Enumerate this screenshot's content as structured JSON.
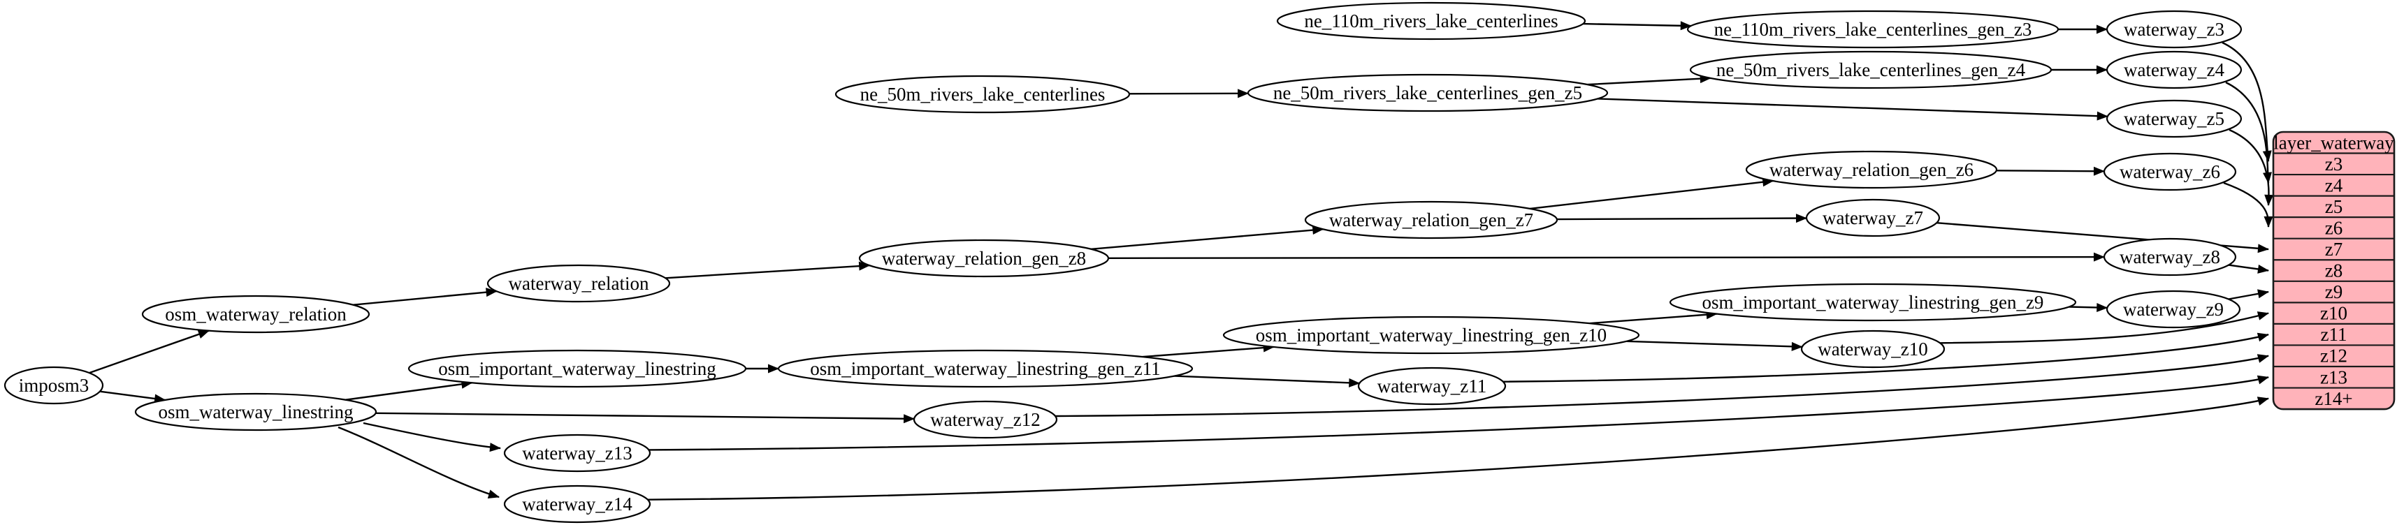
{
  "diagram": {
    "kind": "etl-flow-graph",
    "colors": {
      "node_fill": "#ffffff",
      "node_stroke": "#000000",
      "edge_stroke": "#000000",
      "table_fill": "#ffb3ba",
      "table_stroke": "#1a1a1a",
      "background": "#ffffff"
    },
    "nodes": [
      {
        "id": "imposm3",
        "label": "imposm3"
      },
      {
        "id": "osm_waterway_relation",
        "label": "osm_waterway_relation"
      },
      {
        "id": "osm_waterway_linestring",
        "label": "osm_waterway_linestring"
      },
      {
        "id": "waterway_relation",
        "label": "waterway_relation"
      },
      {
        "id": "osm_important_waterway_linestring",
        "label": "osm_important_waterway_linestring"
      },
      {
        "id": "waterway_relation_gen_z8",
        "label": "waterway_relation_gen_z8"
      },
      {
        "id": "osm_important_waterway_linestring_gen_z11",
        "label": "osm_important_waterway_linestring_gen_z11"
      },
      {
        "id": "ne_50m_rivers_lake_centerlines",
        "label": "ne_50m_rivers_lake_centerlines"
      },
      {
        "id": "ne_110m_rivers_lake_centerlines",
        "label": "ne_110m_rivers_lake_centerlines"
      },
      {
        "id": "ne_50m_rivers_lake_centerlines_gen_z5",
        "label": "ne_50m_rivers_lake_centerlines_gen_z5"
      },
      {
        "id": "waterway_relation_gen_z7",
        "label": "waterway_relation_gen_z7"
      },
      {
        "id": "osm_important_waterway_linestring_gen_z10",
        "label": "osm_important_waterway_linestring_gen_z10"
      },
      {
        "id": "ne_110m_rivers_lake_centerlines_gen_z3",
        "label": "ne_110m_rivers_lake_centerlines_gen_z3"
      },
      {
        "id": "ne_50m_rivers_lake_centerlines_gen_z4",
        "label": "ne_50m_rivers_lake_centerlines_gen_z4"
      },
      {
        "id": "waterway_relation_gen_z6",
        "label": "waterway_relation_gen_z6"
      },
      {
        "id": "osm_important_waterway_linestring_gen_z9",
        "label": "osm_important_waterway_linestring_gen_z9"
      },
      {
        "id": "waterway_z3",
        "label": "waterway_z3"
      },
      {
        "id": "waterway_z4",
        "label": "waterway_z4"
      },
      {
        "id": "waterway_z5",
        "label": "waterway_z5"
      },
      {
        "id": "waterway_z6",
        "label": "waterway_z6"
      },
      {
        "id": "waterway_z7",
        "label": "waterway_z7"
      },
      {
        "id": "waterway_z8",
        "label": "waterway_z8"
      },
      {
        "id": "waterway_z9",
        "label": "waterway_z9"
      },
      {
        "id": "waterway_z10",
        "label": "waterway_z10"
      },
      {
        "id": "waterway_z11",
        "label": "waterway_z11"
      },
      {
        "id": "waterway_z12",
        "label": "waterway_z12"
      },
      {
        "id": "waterway_z13",
        "label": "waterway_z13"
      },
      {
        "id": "waterway_z14",
        "label": "waterway_z14"
      }
    ],
    "edges": [
      {
        "from": "imposm3",
        "to": "osm_waterway_relation"
      },
      {
        "from": "imposm3",
        "to": "osm_waterway_linestring"
      },
      {
        "from": "osm_waterway_relation",
        "to": "waterway_relation"
      },
      {
        "from": "waterway_relation",
        "to": "waterway_relation_gen_z8"
      },
      {
        "from": "waterway_relation_gen_z8",
        "to": "waterway_relation_gen_z7"
      },
      {
        "from": "waterway_relation_gen_z8",
        "to": "waterway_z8"
      },
      {
        "from": "waterway_relation_gen_z7",
        "to": "waterway_relation_gen_z6"
      },
      {
        "from": "waterway_relation_gen_z7",
        "to": "waterway_z7"
      },
      {
        "from": "waterway_relation_gen_z6",
        "to": "waterway_z6"
      },
      {
        "from": "ne_110m_rivers_lake_centerlines",
        "to": "ne_110m_rivers_lake_centerlines_gen_z3"
      },
      {
        "from": "ne_110m_rivers_lake_centerlines_gen_z3",
        "to": "waterway_z3"
      },
      {
        "from": "ne_50m_rivers_lake_centerlines",
        "to": "ne_50m_rivers_lake_centerlines_gen_z5"
      },
      {
        "from": "ne_50m_rivers_lake_centerlines_gen_z5",
        "to": "ne_50m_rivers_lake_centerlines_gen_z4"
      },
      {
        "from": "ne_50m_rivers_lake_centerlines_gen_z5",
        "to": "waterway_z5"
      },
      {
        "from": "ne_50m_rivers_lake_centerlines_gen_z4",
        "to": "waterway_z4"
      },
      {
        "from": "osm_waterway_linestring",
        "to": "osm_important_waterway_linestring"
      },
      {
        "from": "osm_important_waterway_linestring",
        "to": "osm_important_waterway_linestring_gen_z11"
      },
      {
        "from": "osm_important_waterway_linestring_gen_z11",
        "to": "osm_important_waterway_linestring_gen_z10"
      },
      {
        "from": "osm_important_waterway_linestring_gen_z11",
        "to": "waterway_z11"
      },
      {
        "from": "osm_important_waterway_linestring_gen_z10",
        "to": "osm_important_waterway_linestring_gen_z9"
      },
      {
        "from": "osm_important_waterway_linestring_gen_z10",
        "to": "waterway_z10"
      },
      {
        "from": "osm_important_waterway_linestring_gen_z9",
        "to": "waterway_z9"
      },
      {
        "from": "osm_waterway_linestring",
        "to": "waterway_z12"
      },
      {
        "from": "osm_waterway_linestring",
        "to": "waterway_z13"
      },
      {
        "from": "osm_waterway_linestring",
        "to": "waterway_z14"
      },
      {
        "from": "waterway_z3",
        "to": "layer_waterway.z3"
      },
      {
        "from": "waterway_z4",
        "to": "layer_waterway.z4"
      },
      {
        "from": "waterway_z5",
        "to": "layer_waterway.z5"
      },
      {
        "from": "waterway_z6",
        "to": "layer_waterway.z6"
      },
      {
        "from": "waterway_z7",
        "to": "layer_waterway.z7"
      },
      {
        "from": "waterway_z8",
        "to": "layer_waterway.z8"
      },
      {
        "from": "waterway_z9",
        "to": "layer_waterway.z9"
      },
      {
        "from": "waterway_z10",
        "to": "layer_waterway.z10"
      },
      {
        "from": "waterway_z11",
        "to": "layer_waterway.z11"
      },
      {
        "from": "waterway_z12",
        "to": "layer_waterway.z12"
      },
      {
        "from": "waterway_z13",
        "to": "layer_waterway.z13"
      },
      {
        "from": "waterway_z14",
        "to": "layer_waterway.z14+"
      }
    ],
    "table": {
      "title": "layer_waterway",
      "rows": [
        "z3",
        "z4",
        "z5",
        "z6",
        "z7",
        "z8",
        "z9",
        "z10",
        "z11",
        "z12",
        "z13",
        "z14+"
      ]
    }
  }
}
